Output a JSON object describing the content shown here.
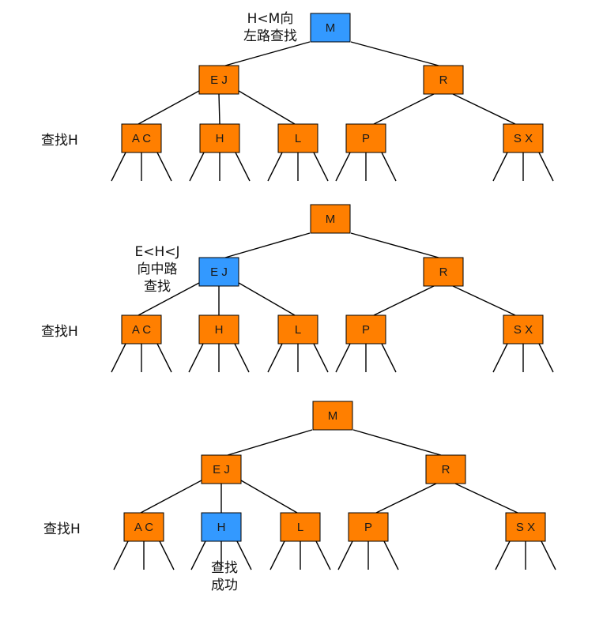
{
  "colors": {
    "node_default": "#ff7f00",
    "node_highlight": "#3399ff",
    "node_border": "#000000",
    "edge": "#000000"
  },
  "panels": [
    {
      "nodes": {
        "root": "M",
        "left": "E J",
        "right": "R",
        "leaf_a": "A C",
        "leaf_b": "H",
        "leaf_c": "L",
        "leaf_d": "P",
        "leaf_e": "S X"
      },
      "highlight": "root",
      "side_label": "查找H",
      "note_lines": [
        "H<M向",
        "左路查找"
      ]
    },
    {
      "nodes": {
        "root": "M",
        "left": "E J",
        "right": "R",
        "leaf_a": "A C",
        "leaf_b": "H",
        "leaf_c": "L",
        "leaf_d": "P",
        "leaf_e": "S X"
      },
      "highlight": "left",
      "side_label": "查找H",
      "note_lines": [
        "E<H<J",
        "向中路",
        "查找"
      ]
    },
    {
      "nodes": {
        "root": "M",
        "left": "E J",
        "right": "R",
        "leaf_a": "A C",
        "leaf_b": "H",
        "leaf_c": "L",
        "leaf_d": "P",
        "leaf_e": "S X"
      },
      "highlight": "leaf_b",
      "side_label": "查找H",
      "note_lines": [
        "查找",
        "成功"
      ]
    }
  ]
}
